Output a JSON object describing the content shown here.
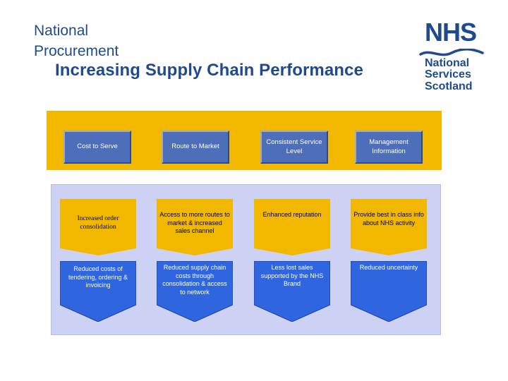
{
  "header": {
    "line1": "National",
    "line2": "Procurement",
    "title": "Increasing Supply Chain Performance"
  },
  "logo": {
    "nhs": "NHS",
    "line1": "National",
    "line2": "Services",
    "line3": "Scotland"
  },
  "colors": {
    "navy": "#1f4a8f",
    "yellow": "#f2b800",
    "blue_box": "#4d6fba",
    "pentagon_blue": "#2f66e0",
    "lavender": "#cdd1f4"
  },
  "columns": [
    {
      "heading": "Cost to Serve",
      "benefit": "Increased order consolidation",
      "outcome": "Reduced costs of tendering, ordering & invoicing"
    },
    {
      "heading": "Route to Market",
      "benefit": "Access to more routes to market & increased sales channel",
      "outcome": "Reduced supply chain costs through consolidation & access to network"
    },
    {
      "heading": "Consistent Service Level",
      "benefit": "Enhanced reputation",
      "outcome": "Less lost sales supported by the NHS Brand"
    },
    {
      "heading": "Management Information",
      "benefit": "Provide best in class info about NHS activity",
      "outcome": "Reduced uncertainty"
    }
  ]
}
